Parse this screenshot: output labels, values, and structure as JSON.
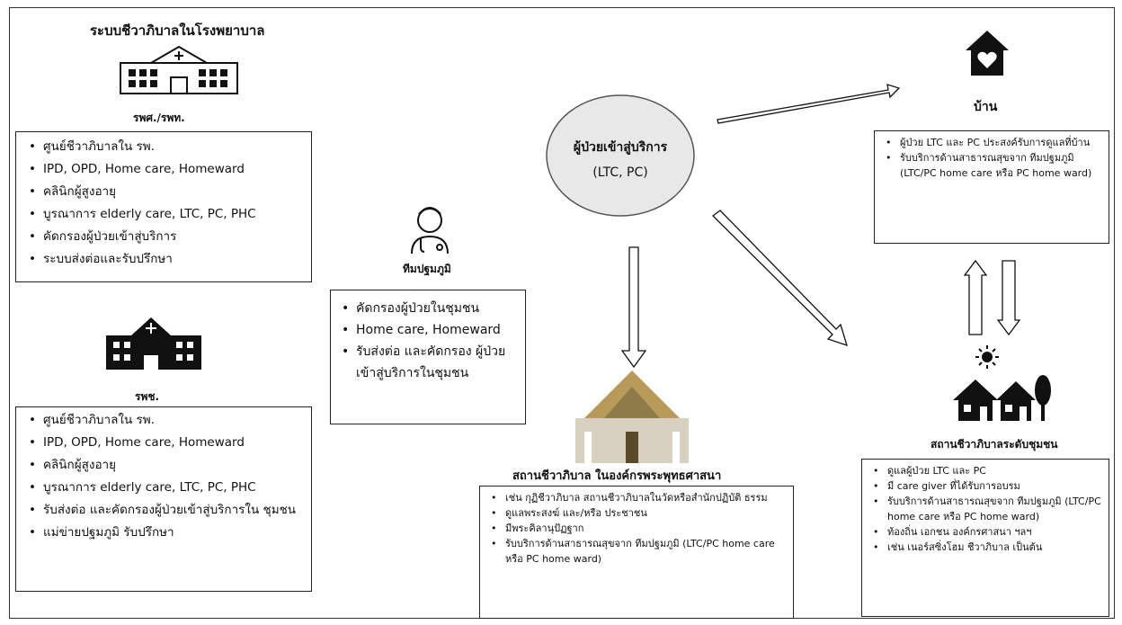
{
  "hospital_system": {
    "title": "ระบบชีวาภิบาลในโรงพยาบาล",
    "rps_label": "รพศ./รพท.",
    "rps_items": [
      "ศูนย์ชีวาภิบาลใน รพ.",
      "IPD, OPD, Home care, Homeward",
      "คลินิกผู้สูงอายุ",
      "บูรณาการ elderly care, LTC, PC, PHC",
      "คัดกรองผู้ป่วยเข้าสู่บริการ",
      "ระบบส่งต่อและรับปรึกษา"
    ],
    "rpch_label": "รพช.",
    "rpch_items": [
      "ศูนย์ชีวาภิบาลใน รพ.",
      "IPD, OPD, Home care, Homeward",
      "คลินิกผู้สูงอายุ",
      "บูรณาการ elderly care, LTC, PC, PHC",
      "รับส่งต่อ และคัดกรองผู้ป่วยเข้าสู่บริการใน ชุมชน",
      "แม่ข่ายปฐมภูมิ รับปรึกษา"
    ]
  },
  "primary_team": {
    "label": "ทีมปฐมภูมิ",
    "items": [
      "คัดกรองผู้ป่วยในชุมชน",
      "Home care, Homeward",
      "รับส่งต่อ และคัดกรอง ผู้ป่วยเข้าสู่บริการในชุมชน"
    ]
  },
  "center": {
    "line1": "ผู้ป่วยเข้าสู่บริการ",
    "line2": "(LTC, PC)"
  },
  "temple": {
    "label": "สถานชีวาภิบาล ในองค์กรพระพุทธศาสนา",
    "items": [
      "เช่น กุฏิชีวาภิบาล สถานชีวาภิบาลในวัดหรือสำนักปฏิบัติ ธรรม",
      "ดูแลพระสงฆ์ และ/หรือ ประชาชน",
      "มีพระคิลานุปัฏฐาก",
      "รับบริการด้านสาธารณสุขจาก ทีมปฐมภูมิ (LTC/PC home care หรือ PC home ward)"
    ]
  },
  "home": {
    "label": "บ้าน",
    "items": [
      "ผู้ป่วย LTC และ PC ประสงค์รับการดูแลที่บ้าน",
      "รับบริการด้านสาธารณสุขจาก ทีมปฐมภูมิ (LTC/PC home care หรือ PC home ward)"
    ]
  },
  "community": {
    "label": "สถานชีวาภิบาลระดับชุมชน",
    "items": [
      "ดูแลผู้ป่วย LTC และ PC",
      "มี care giver ที่ได้รับการอบรม",
      "รับบริการด้านสาธารณสุขจาก ทีมปฐมภูมิ (LTC/PC home care หรือ PC home ward)",
      "ท้องถิ่น เอกชน องค์กรศาสนา ฯลฯ",
      "เช่น เนอร์สซิ่งโฮม ชีวาภิบาล เป็นต้น"
    ]
  }
}
